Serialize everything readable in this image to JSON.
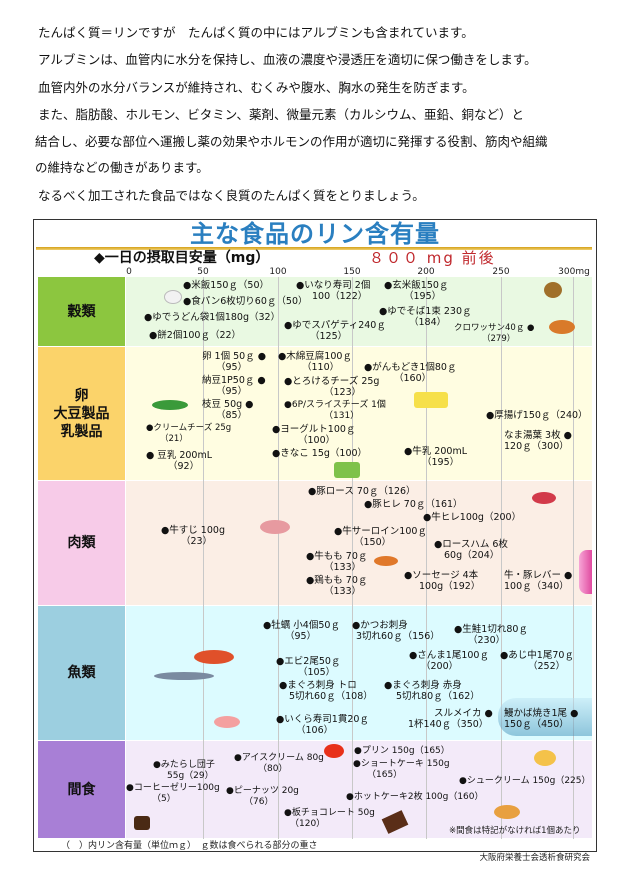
{
  "paragraphs": [
    "たんぱく質＝リンですが　たんぱく質の中にはアルブミンも含まれています。",
    "アルブミンは、血管内に水分を保持し、血液の濃度や浸透圧を適切に保つ働きをします。",
    "血管内外の水分バランスが維持され、むくみや腹水、胸水の発生を防ぎます。",
    "また、脂肪酸、ホルモン、ビタミン、薬剤、微量元素（カルシウム、亜鉛、銅など）と",
    "結合し、必要な部位へ運搬し薬の効果やホルモンの作用が適切に発揮する役割、筋肉や組織",
    "の維持などの働きがあります。",
    "なるべく加工された食品ではなく良質のたんぱく質をとりましょう。"
  ],
  "chart": {
    "title": "主な食品のリン含有量",
    "subtitle": "◆一日の摂取目安量（mg）",
    "target": "８００ mg 前後",
    "axis_ticks": [
      "0",
      "50",
      "100",
      "150",
      "200",
      "250",
      "300mg"
    ],
    "sections": [
      {
        "label": "穀類",
        "color": "#8cc63f",
        "bg": "#e9f9e2"
      },
      {
        "label": "卵\n大豆製品\n乳製品",
        "color": "#fbd36a",
        "bg": "#fffde1"
      },
      {
        "label": "肉類",
        "color": "#f7cbe8",
        "bg": "#fbeee5"
      },
      {
        "label": "魚類",
        "color": "#9ccfe0",
        "bg": "#dcfbff"
      },
      {
        "label": "間食",
        "color": "#a87fd6",
        "bg": "#f3eaf9"
      }
    ],
    "grains": [
      {
        "label": "●米飯150ｇ（50）",
        "value": ""
      },
      {
        "label": "●いなり寿司 2個",
        "value": "100（122）"
      },
      {
        "label": "●玄米飯150ｇ",
        "value": "（195）"
      },
      {
        "label": "●食パン6枚切り60ｇ（50）",
        "value": ""
      },
      {
        "label": "●ゆでうどん袋1個180g（32）",
        "value": ""
      },
      {
        "label": "●ゆでそば1束 230ｇ",
        "value": "（184）"
      },
      {
        "label": "●ゆでスパゲティ240ｇ",
        "value": "（125）"
      },
      {
        "label": "クロワッサン40ｇ ●",
        "value": "（279）"
      },
      {
        "label": "●餅2個100ｇ（22）",
        "value": ""
      }
    ],
    "eggs_soy_dairy": [
      {
        "label": "卵 1個 50ｇ ●",
        "value": "（95）"
      },
      {
        "label": "納豆1P50ｇ ●",
        "value": "（95）"
      },
      {
        "label": "枝豆 50g ●",
        "value": "（85）"
      },
      {
        "label": "●クリームチーズ 25g",
        "value": "（21）"
      },
      {
        "label": "●木綿豆腐100ｇ",
        "value": "（110）"
      },
      {
        "label": "●がんもどき1個80ｇ",
        "value": "（160）"
      },
      {
        "label": "●とろけるチーズ 25g",
        "value": "（123）"
      },
      {
        "label": "●6P/スライスチーズ 1個",
        "value": "（131）"
      },
      {
        "label": "●厚揚げ150ｇ（240）",
        "value": ""
      },
      {
        "label": "●ヨーグルト100ｇ",
        "value": "（100）"
      },
      {
        "label": "なま湯葉 3枚 ●",
        "value": "120ｇ（300）"
      },
      {
        "label": "●きなこ 15g（100）",
        "value": ""
      },
      {
        "label": "●牛乳 200mL",
        "value": "（195）"
      },
      {
        "label": "● 豆乳 200mL",
        "value": "（92）"
      }
    ],
    "meat": [
      {
        "label": "●豚ロース 70ｇ（126）",
        "value": ""
      },
      {
        "label": "●豚ヒレ 70ｇ（161）",
        "value": ""
      },
      {
        "label": "●牛ヒレ100g（200）",
        "value": ""
      },
      {
        "label": "●牛すじ 100g",
        "value": "（23）"
      },
      {
        "label": "●牛サーロイン100ｇ",
        "value": "（150）"
      },
      {
        "label": "●ロースハム 6枚",
        "value": "60g（204）"
      },
      {
        "label": "●牛もも 70ｇ",
        "value": "（133）"
      },
      {
        "label": "●鶏もも 70ｇ",
        "value": "（133）"
      },
      {
        "label": "●ソーセージ 4本",
        "value": "100g（192）"
      },
      {
        "label": "牛・豚レバー ●",
        "value": "100ｇ（340）"
      }
    ],
    "fish": [
      {
        "label": "●牡蠣 小4個50ｇ",
        "value": "（95）"
      },
      {
        "label": "●かつお刺身",
        "value": "3切れ60ｇ（156）"
      },
      {
        "label": "●生鮭1切れ80ｇ",
        "value": "（230）"
      },
      {
        "label": "●さんま1尾100ｇ",
        "value": "（200）"
      },
      {
        "label": "●あじ中1尾70ｇ",
        "value": "（252）"
      },
      {
        "label": "●エビ2尾50ｇ",
        "value": "（105）"
      },
      {
        "label": "●まぐろ刺身 トロ",
        "value": "5切れ60ｇ（108）"
      },
      {
        "label": "●まぐろ刺身 赤身",
        "value": "5切れ80ｇ（162）"
      },
      {
        "label": "スルメイカ ●",
        "value": "1杯140ｇ（350）"
      },
      {
        "label": "鰻かば焼き1尾 ●",
        "value": "150ｇ（450）"
      },
      {
        "label": "●いくら寿司1貫20ｇ",
        "value": "（106）"
      }
    ],
    "snacks": [
      {
        "label": "●みたらし団子",
        "value": "55g（29）"
      },
      {
        "label": "●アイスクリーム 80g",
        "value": "（80）"
      },
      {
        "label": "●プリン 150g（165）",
        "value": ""
      },
      {
        "label": "●ショートケーキ 150g",
        "value": "（165）"
      },
      {
        "label": "●シュークリーム 150g（225）",
        "value": ""
      },
      {
        "label": "●コーヒーゼリー100g",
        "value": "（5）"
      },
      {
        "label": "●ピーナッツ 20g",
        "value": "（76）"
      },
      {
        "label": "●ホットケーキ2枚 100g（160）",
        "value": ""
      },
      {
        "label": "●板チョコレート 50g",
        "value": "（120）"
      }
    ],
    "snack_note": "※間食は特記がなければ1個あたり",
    "footnote": "（　）内リン含有量（単位ｍｇ）　ｇ数は食べられる部分の重さ",
    "icons": {
      "bullet": "●",
      "diamond": "◆"
    }
  },
  "credit": "大阪府栄養士会透析食研究会"
}
